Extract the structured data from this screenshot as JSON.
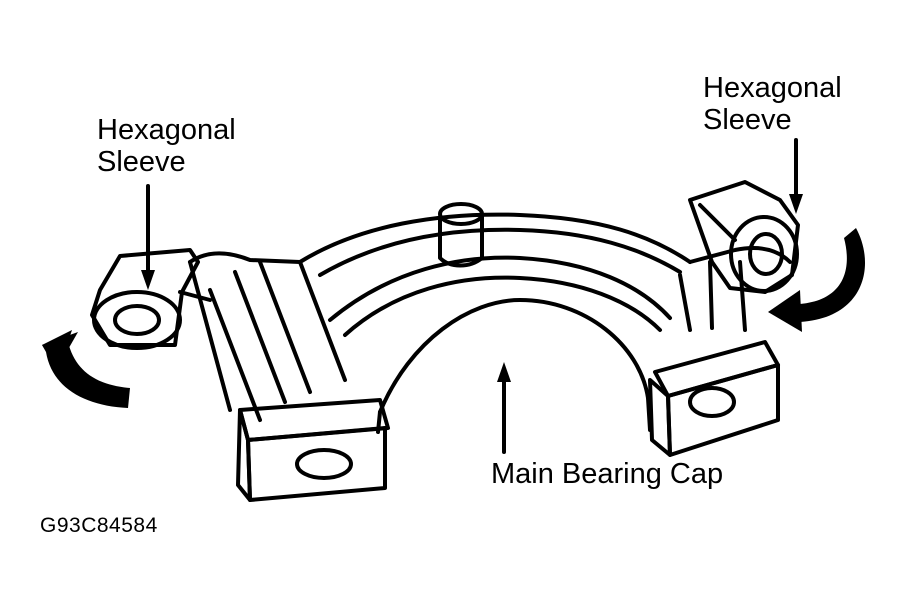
{
  "labels": {
    "left_sleeve": [
      "Hexagonal",
      "Sleeve"
    ],
    "right_sleeve": [
      "Hexagonal",
      "Sleeve"
    ],
    "bearing_cap": "Main Bearing Cap"
  },
  "figure_code": "G93C84584",
  "colors": {
    "ink": "#000000",
    "paper": "#ffffff"
  }
}
